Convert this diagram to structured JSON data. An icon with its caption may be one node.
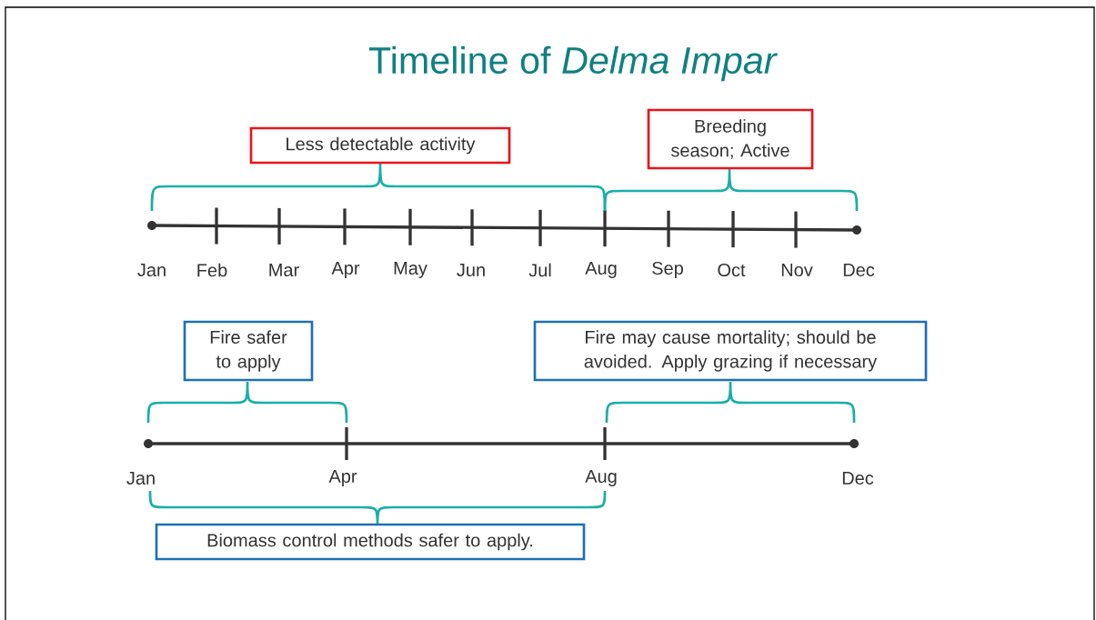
{
  "diagram": {
    "title": "Timeline of *Delma Impar*",
    "nodes": [
      {
        "text": [
          "Less detectable activity"
        ]
      },
      {
        "text": [
          "Breeding season; Active"
        ]
      },
      {
        "text": [
          "Fire safer to apply"
        ]
      },
      {
        "text": [
          "Fire may cause mortality; should be avoided. Apply grazing if necessary"
        ]
      },
      {
        "text": [
          "Biomass control methods safer to apply."
        ]
      }
    ],
    "labels": [
      "Jan",
      "Feb",
      "Mar",
      "Apr",
      "May",
      "Jun",
      "Jul",
      "Aug",
      "Sep",
      "Oct",
      "Nov",
      "Dec",
      "Jan",
      "Apr",
      "Aug",
      "Dec"
    ]
  }
}
